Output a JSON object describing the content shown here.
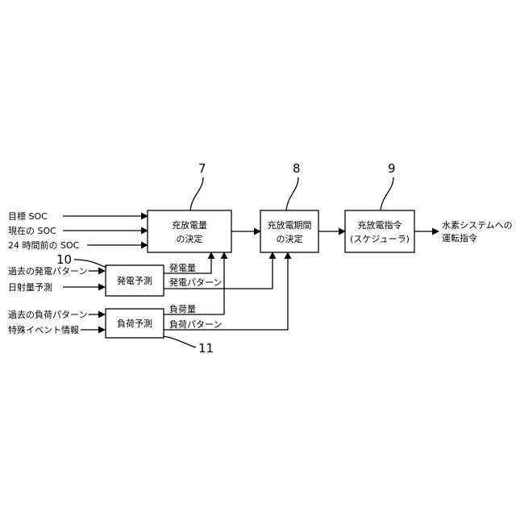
{
  "inputs": {
    "target_soc": "目標 SOC",
    "current_soc": "現在の SOC",
    "soc_24h": "24 時間前の SOC",
    "past_gen_pattern": "過去の発電パターン",
    "solar_forecast": "日射量予測",
    "past_load_pattern": "過去の負荷パターン",
    "special_event": "特殊イベント情報"
  },
  "blocks": {
    "amount": {
      "line1": "充放電量",
      "line2": "の決定",
      "number": "7"
    },
    "period": {
      "line1": "充放電期間",
      "line2": "の決定",
      "number": "8"
    },
    "command": {
      "line1": "充放電指令",
      "line2": "(スケジューラ)",
      "number": "9"
    },
    "gen_forecast": {
      "label": "発電予測",
      "number": "10"
    },
    "load_forecast": {
      "label": "負荷予測",
      "number": "11"
    }
  },
  "signals": {
    "gen_amount": "発電量",
    "gen_pattern": "発電パターン",
    "load_amount": "負荷量",
    "load_pattern": "負荷パターン"
  },
  "output": {
    "line1": "水素システムへの",
    "line2": "運転指令"
  }
}
